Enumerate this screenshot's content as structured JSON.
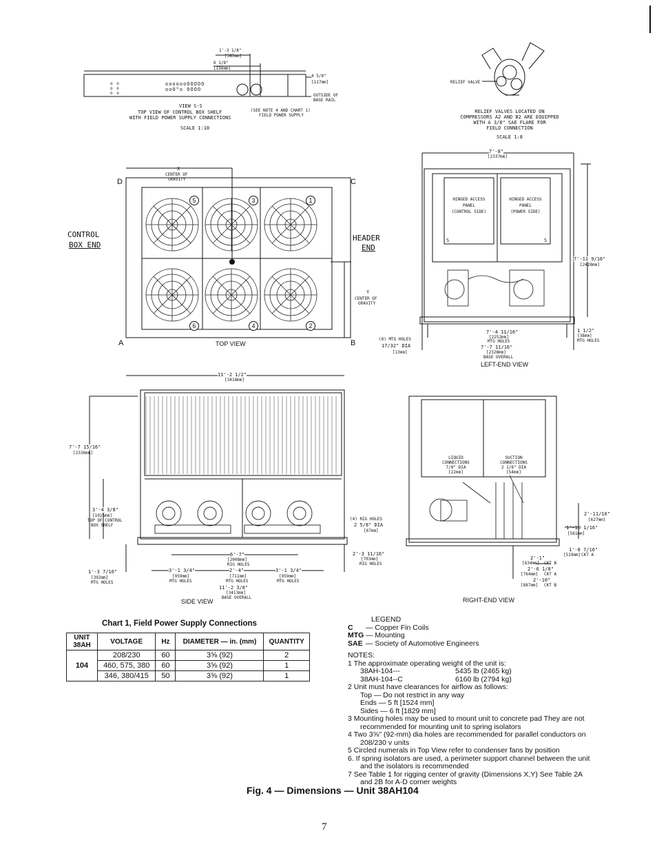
{
  "view_ss": {
    "title": "VIEW S-S",
    "caption1": "TOP VIEW OF CONTROL BOX SHELF",
    "caption2": "WITH FIELD POWER SUPPLY CONNECTIONS",
    "scale": "SCALE 1:10",
    "dim_a": "1'-3 1/8\"",
    "dim_a_mm": "[385mm]",
    "dim_b": "6 1/8\"",
    "dim_b_mm": "[156mm]",
    "dim_c": "4 5/8\"",
    "dim_c_mm": "[117mm]",
    "outside": "OUTSIDE OF",
    "base_rail": "BASE RAIL",
    "note1": "(SEE NOTE 4 AND CHART 1)",
    "note2": "FIELD POWER SUPPLY"
  },
  "relief": {
    "label": "RELIEF VALVE",
    "cap1": "RELIEF VALVES LOCATED ON",
    "cap2": "COMPRESSORS A2 AND B2 ARE EQUIPPED",
    "cap3": "WITH A 3/8\" SAE FLARE FOR",
    "cap4": "FIELD CONNECTION",
    "scale": "SCALE 1:8"
  },
  "top_view": {
    "label": "TOP VIEW",
    "corner_a": "A",
    "corner_b": "B",
    "corner_c": "C",
    "corner_d": "D",
    "x": "X",
    "cog1": "CENTER OF",
    "cog2": "GRAVITY",
    "control1": "CONTROL",
    "control2": "BOX END",
    "header1": "HEADER",
    "header2": "END",
    "y": "Y",
    "fans": [
      "5",
      "3",
      "1",
      "6",
      "4",
      "2"
    ]
  },
  "left_end": {
    "label": "LEFT-END VIEW",
    "width": "7'-8\"",
    "width_mm": "[2337mm]",
    "hinged1a": "HINGED ACCESS",
    "hinged1b": "PANEL",
    "hinged1c": "(CONTROL SIDE)",
    "hinged2a": "HINGED ACCESS",
    "hinged2b": "PANEL",
    "hinged2c": "(POWER SIDE)",
    "s": "S",
    "height": "7'-11 9/16\"",
    "height_mm": "[2428mm]",
    "mtg1": "7'-4 11/16\"",
    "mtg1_mm": "[2252mm]",
    "mtg1_lbl": "MTG HOLES",
    "overall": "7'-7 11/16\"",
    "overall_mm": "[2328mm]",
    "overall_lbl": "BASE OVERALL",
    "holes1": "(8) MTG HOLES",
    "holes2": "17/32\" DIA",
    "holes_mm": "[13mm]",
    "rail": "1 1/2\"",
    "rail_mm": "[38mm]",
    "rail_lbl": "MTG HOLES"
  },
  "side_view": {
    "label": "SIDE VIEW",
    "length": "11'-2 1/2\"",
    "length_mm": "[3418mm]",
    "height": "7'-7 15/16\"",
    "height_mm": "[2336mm]",
    "shelf": "3'-4 3/8\"",
    "shelf_mm": "[1025mm]",
    "shelf_lbl1": "TOP OF CONTROL",
    "shelf_lbl2": "BOX SHELF",
    "end": "1'-3 7/16\"",
    "end_mm": "[392mm]",
    "end_lbl": "MTG HOLES",
    "rig": "6'-7\"",
    "rig_mm": "[2008mm]",
    "rig_lbl": "RIG HOLES",
    "m1": "3'-1 3/4\"",
    "m1_mm": "[959mm]",
    "m1_lbl": "MTG HOLES",
    "m2": "2'-4\"",
    "m2_mm": "[711mm]",
    "m2_lbl": "MTG HOLES",
    "m3": "3'-1 3/4\"",
    "m3_mm": "[959mm]",
    "m3_lbl": "MTG HOLES",
    "base": "11'-2 3/8\"",
    "base_mm": "[3413mm]",
    "base_lbl": "BASE OVERALL",
    "righoles1": "(4) RIG HOLES",
    "righoles2": "2 5/8\" DIA",
    "righoles_mm": "[67mm]",
    "rigdim": "2'-3 11/16\"",
    "rigdim_mm": "[703mm]",
    "rigdim_lbl": "RIG HOLES"
  },
  "right_end": {
    "label": "RIGHT-END VIEW",
    "liq1": "LIQUID",
    "liq2": "CONNECTIONS",
    "liq3": "7/8\" DIA",
    "liq_mm": "[22mm]",
    "suc1": "SUCTION",
    "suc2": "CONNECTIONS",
    "suc3": "2 1/8\" DIA",
    "suc_mm": "[54mm]",
    "h1": "2'-11/16\"",
    "h1_mm": "[627mm]",
    "h2": "1'-10 1/16\"",
    "h2_mm": "[561mm]",
    "h3": "1'-8 7/16\"",
    "h3_mm": "[519mm]",
    "h3_lbl": "CKT A",
    "d1": "2'-1\"",
    "d1_mm": "[634mm]",
    "d1_lbl": "CKT B",
    "d2": "2'-6 1/8\"",
    "d2_mm": "[764mm]",
    "d2_lbl": "CKT A",
    "d3": "2'-10\"",
    "d3_mm": "[887mm]",
    "d3_lbl": "CKT B"
  },
  "chart1": {
    "title": "Chart 1, Field Power Supply Connections",
    "headers": [
      "UNIT\n38AH",
      "VOLTAGE",
      "Hz",
      "DIAMETER — in. (mm)",
      "QUANTITY"
    ],
    "unit": "104",
    "rows": [
      [
        "208/230",
        "60",
        "3⅝ (92)",
        "2"
      ],
      [
        "460, 575, 380",
        "60",
        "3⅝ (92)",
        "1"
      ],
      [
        "346, 380/415",
        "50",
        "3⅝ (92)",
        "1"
      ]
    ]
  },
  "legend": {
    "title": "LEGEND",
    "items": [
      {
        "abbr": "C",
        "text": "— Copper Fin Coils"
      },
      {
        "abbr": "MTG",
        "text": "— Mounting"
      },
      {
        "abbr": "SAE",
        "text": "— Society of Automotive Engineers"
      }
    ],
    "notes_title": "NOTES:",
    "n1": "1  The approximate operating weight of the unit is:",
    "n1a_l": "38AH-104---",
    "n1a_r": "5435 lb (2465 kg)",
    "n1b_l": "38AH-104--C",
    "n1b_r": "6160 lb (2794 kg)",
    "n2": "2  Unit must have clearances for airflow as follows:",
    "n2a": "Top — Do not restrict in any way",
    "n2b": "Ends — 5 ft [1524 mm]",
    "n2c": "Sides — 6 ft [1829 mm]",
    "n3": "3  Mounting holes may be used to mount unit to concrete pad They are not",
    "n3b": "recommended for mounting unit to spring isolators",
    "n4": "4  Two 3⅝\" (92-mm) dia holes are recommended for parallel conductors on",
    "n4b": "208/230 v units",
    "n5": "5  Circled numerals in Top View refer to condenser fans by position",
    "n6": "6. If spring isolators are used, a perimeter support channel between the unit",
    "n6b": "and the isolators is recommended",
    "n7": "7  See Table 1 for rigging center of gravity (Dimensions X,Y)  See Table 2A",
    "n7b": "and 2B for A-D corner weights"
  },
  "figure_title": "Fig. 4 — Dimensions — Unit 38AH104",
  "page_number": "7"
}
